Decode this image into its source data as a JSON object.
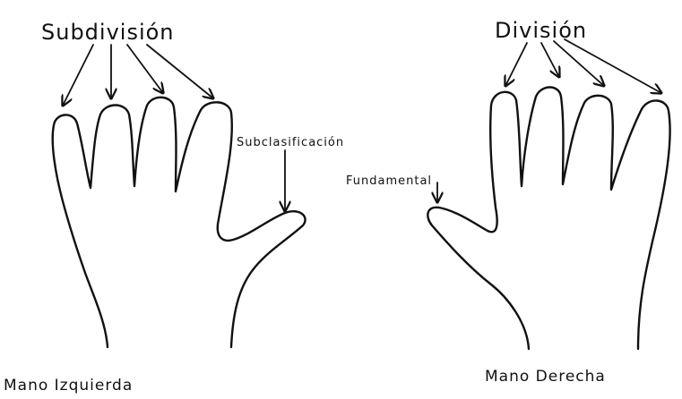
{
  "labels": {
    "subdivision": "Subdivisión",
    "division": "División",
    "subclasificacion": "Subclasificación",
    "fundamental": "Fundamental",
    "left_hand": "Mano Izquierda",
    "right_hand": "Mano Derecha"
  }
}
